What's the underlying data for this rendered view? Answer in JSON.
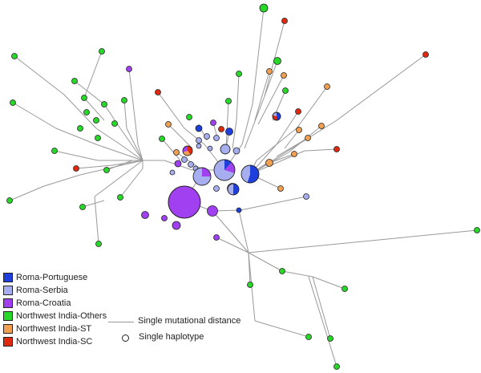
{
  "legend": {
    "items": [
      {
        "label": "Roma-Portuguese",
        "color": "#1f3fdc"
      },
      {
        "label": "Roma-Serbia",
        "color": "#a6aef0"
      },
      {
        "label": "Roma-Croatia",
        "color": "#a040f0"
      },
      {
        "label": "Northwest India-Others",
        "color": "#28d828"
      },
      {
        "label": "Northwest India-ST",
        "color": "#f0a050"
      },
      {
        "label": "Northwest India-SC",
        "color": "#e02a10"
      }
    ],
    "line_label": "Single mutational distance",
    "circle_label": "Single haplotype"
  },
  "colors": {
    "edge": "#999999",
    "outline": "#222222"
  }
}
